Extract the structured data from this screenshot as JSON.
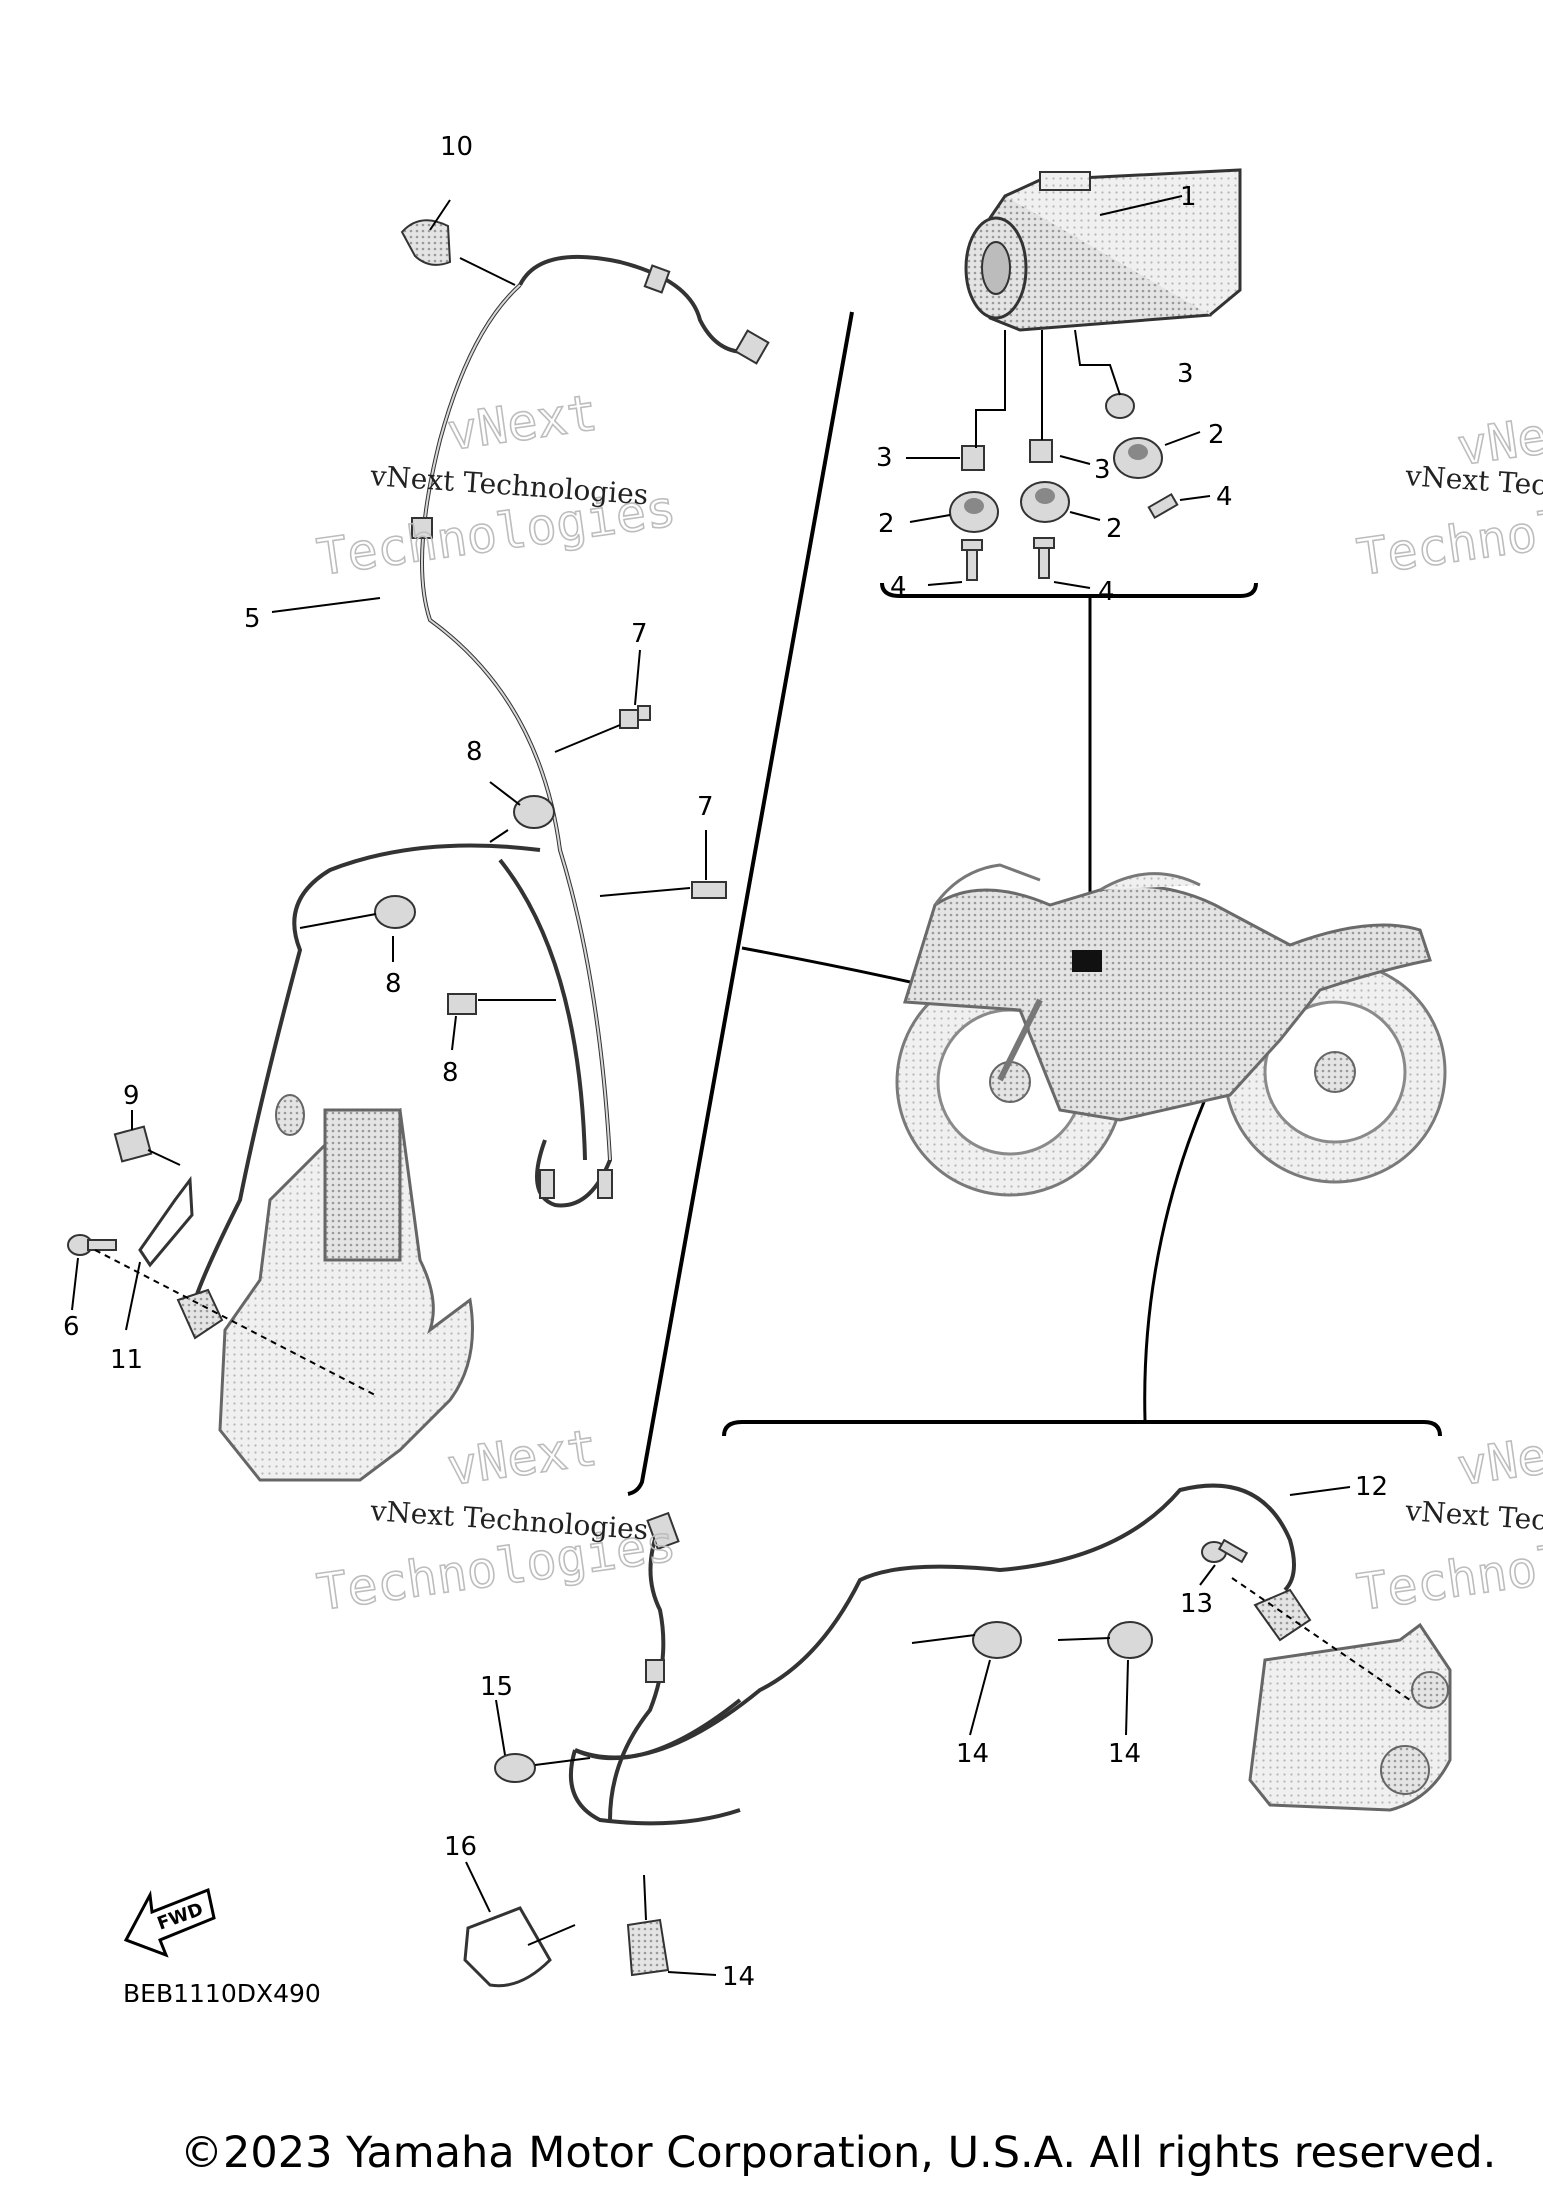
{
  "diagram_code": "BEB1110DX490",
  "fwd_label": "FWD",
  "copyright": "©2023 Yamaha Motor Corporation, U.S.A. All rights reserved.",
  "watermark": {
    "line1": "vNext",
    "line2": "Technologies",
    "caption": "vNext Technologies"
  },
  "callouts": {
    "c1": "1",
    "c2": "2",
    "c3": "3",
    "c4": "4",
    "c5": "5",
    "c6": "6",
    "c7": "7",
    "c8": "8",
    "c9": "9",
    "c10": "10",
    "c11": "11",
    "c12": "12",
    "c13": "13",
    "c14": "14",
    "c15": "15",
    "c16": "16"
  }
}
